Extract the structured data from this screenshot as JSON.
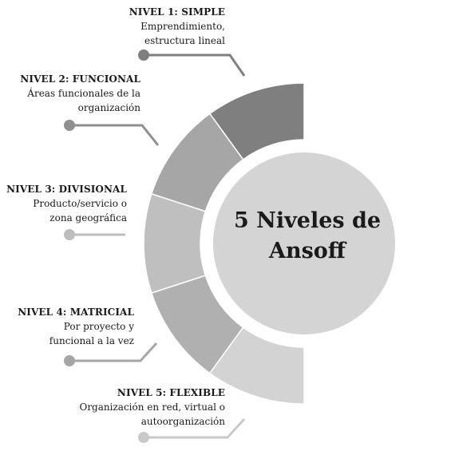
{
  "title_lines": [
    "5 Niveles de",
    "Ansoff"
  ],
  "levels": [
    {
      "title": "NIVEL 1: SIMPLE",
      "lines": [
        "Emprendimiento,",
        "estructura lineal"
      ]
    },
    {
      "title": "NIVEL 2: FUNCIONAL",
      "lines": [
        "Áreas funcionales de la",
        "organización"
      ]
    },
    {
      "title": "NIVEL 3: DIVISIONAL",
      "lines": [
        "Producto/servicio o",
        "zona geográfica"
      ]
    },
    {
      "title": "NIVEL 4: MATRICIAL",
      "lines": [
        "Por proyecto y",
        "funcional a la vez"
      ]
    },
    {
      "title": "NIVEL 5: FLEXIBLE",
      "lines": [
        "Organización en red, virtual o",
        "autoorganización"
      ]
    }
  ],
  "colors": {
    "segments": [
      "#7f7f7f",
      "#a6a6a6",
      "#bfbfbf",
      "#b0b0b0",
      "#d3d3d3"
    ],
    "segment_border": "#ffffff",
    "center_circle": "#d4d4d4",
    "connector": "#7f7f7f"
  }
}
